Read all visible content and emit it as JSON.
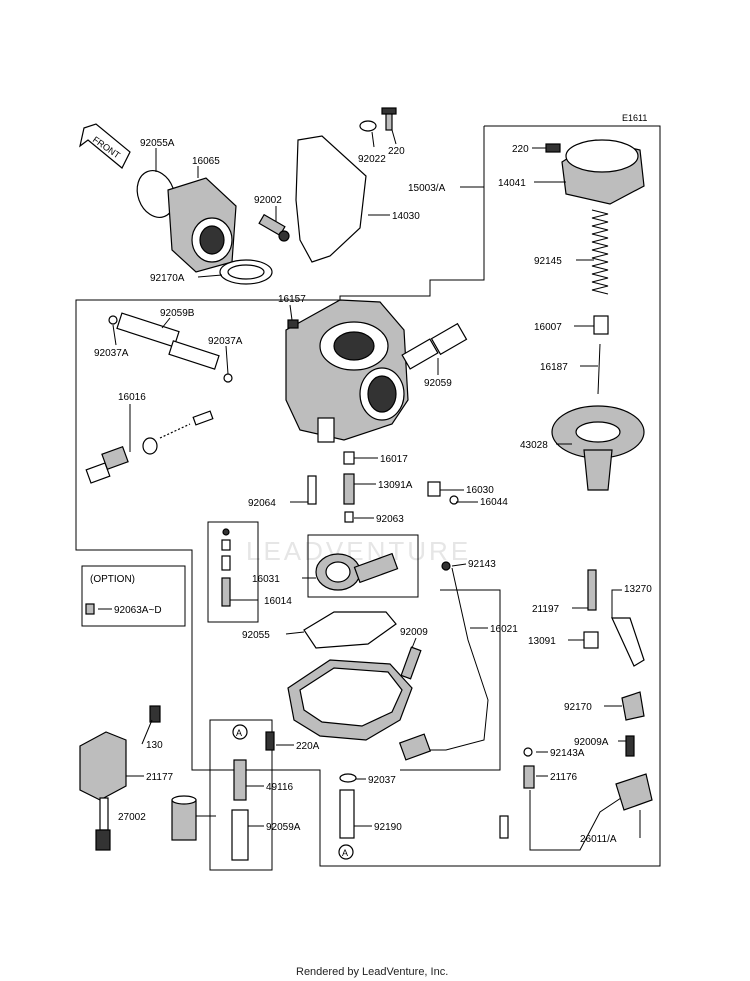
{
  "diagram_code": "E1611",
  "front_label": "FRONT",
  "watermark": "LEADVENTURE",
  "footer": "Rendered by LeadVenture, Inc.",
  "option_title": "(OPTION)",
  "circle_marker": "A",
  "parts": {
    "p92055A": "92055A",
    "p16065": "16065",
    "p92022": "92022",
    "p220_top": "220",
    "p92002": "92002",
    "p14030": "14030",
    "p92170A": "92170A",
    "p16157": "16157",
    "p92059B": "92059B",
    "p92037A_1": "92037A",
    "p92037A_2": "92037A",
    "p92059": "92059",
    "p16016": "16016",
    "p16017": "16017",
    "p13091A": "13091A",
    "p16030": "16030",
    "p16044": "16044",
    "p92064": "92064",
    "p92063": "92063",
    "p16031": "16031",
    "p16014": "16014",
    "p92143": "92143",
    "p92063AD": "92063A~D",
    "p92055": "92055",
    "p92009": "92009",
    "p16021": "16021",
    "p130": "130",
    "p220A": "220A",
    "p21177": "21177",
    "p49116": "49116",
    "p92037": "92037",
    "p27002": "27002",
    "p92059A": "92059A",
    "p92190": "92190",
    "p220_right": "220",
    "p15003A": "15003/A",
    "p14041": "14041",
    "p92145": "92145",
    "p16007": "16007",
    "p16187": "16187",
    "p43028": "43028",
    "p13270": "13270",
    "p21197": "21197",
    "p13091": "13091",
    "p92170": "92170",
    "p92009A": "92009A",
    "p92143A": "92143A",
    "p21176": "21176",
    "p26011A": "26011/A"
  }
}
